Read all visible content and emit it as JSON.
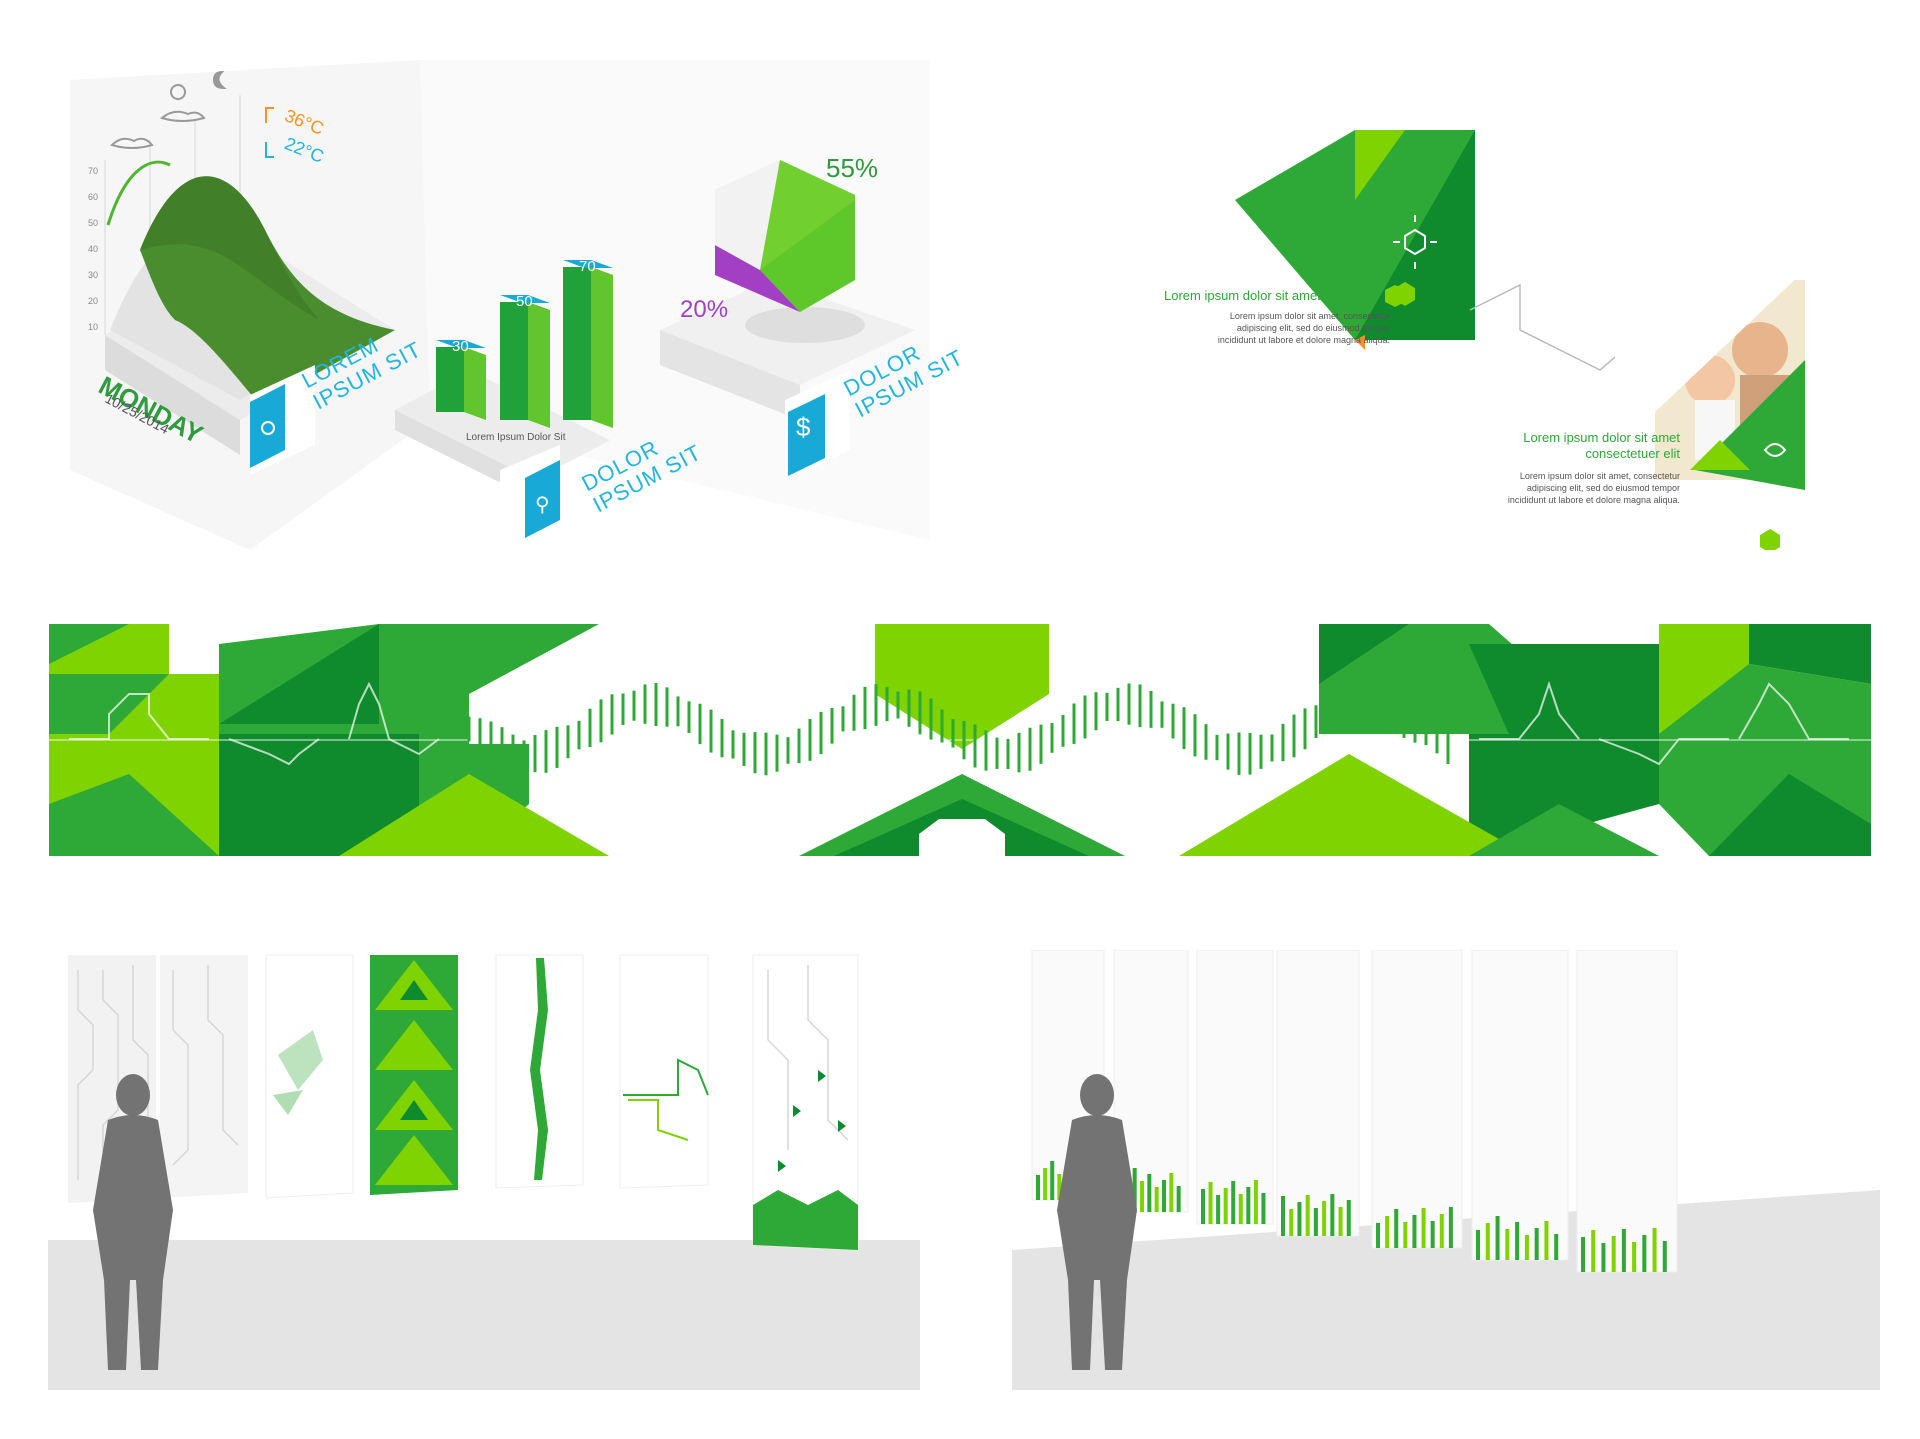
{
  "weather": {
    "high": "36°C",
    "low": "22°C",
    "y_ticks": [
      "70",
      "60",
      "50",
      "40",
      "30",
      "20",
      "10"
    ],
    "day": "MONDAY",
    "date": "10/25/2014",
    "caption_line1": "LOREM",
    "caption_line2": "IPSUM SIT",
    "icons": [
      "partly-cloudy-icon",
      "cloudy-sun-icon",
      "moon-cloud-icon"
    ],
    "colors": {
      "high": "#f7931e",
      "low": "#21b5df",
      "accent": "#2e9b3c"
    }
  },
  "bars": {
    "values": [
      "30",
      "50",
      "70"
    ],
    "base_label": "Lorem Ipsum Dolor Sit",
    "caption_line1": "DOLOR",
    "caption_line2": "IPSUM SIT"
  },
  "pie": {
    "big_pct": "55%",
    "small_pct": "20%",
    "caption_line1": "DOLOR",
    "caption_line2": "IPSUM SIT",
    "colors": {
      "green": "#5ec72a",
      "purple": "#a23fc3",
      "grey": "#e6e6e6"
    }
  },
  "brochure": {
    "heading1": "Lorem ipsum dolor sit amet",
    "body1": [
      "Lorem ipsum dolor sit amet, consectetur",
      "adipiscing elit, sed do eiusmod tempor",
      "incididunt ut labore et dolore magna aliqua."
    ],
    "heading2_line1": "Lorem ipsum dolor sit amet",
    "heading2_line2": "consectetuer elit",
    "body2": [
      "Lorem ipsum dolor sit amet, consectetur",
      "adipiscing elit, sed do eiusmod tempor",
      "incididunt ut labore et dolore magna aliqua."
    ]
  },
  "banner": {
    "colors": {
      "dark": "#0f8a2c",
      "mid": "#2ea836",
      "light": "#7fd300"
    }
  },
  "walls": {
    "left_panels": 7,
    "right_panels": 7,
    "silhouette": "person-silhouette"
  }
}
